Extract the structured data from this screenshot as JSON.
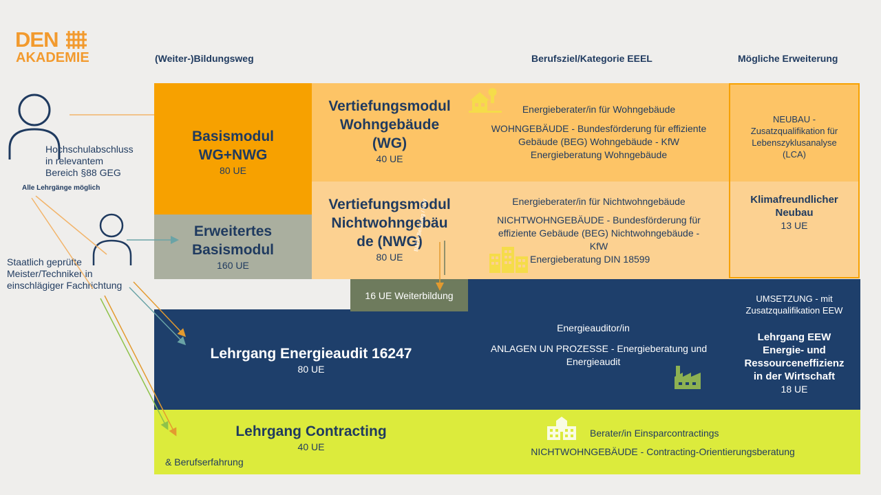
{
  "logo": {
    "line1": "DEN",
    "line2": "AKADEMIE"
  },
  "headers": {
    "bildungsweg": "(Weiter-)Bildungsweg",
    "berufsziel": "Berufsziel/Kategorie EEEL",
    "erweiterung": "Mögliche Erweiterung"
  },
  "persons": {
    "hochschule": [
      "Hochschulabschluss",
      "in relevantem",
      "Bereich §88 GEG"
    ],
    "alle": "Alle Lehrgänge möglich",
    "meister": [
      "Staatlich geprüfte",
      "Meister/Techniker in",
      "einschlägiger Fachrichtung"
    ],
    "berufserfahrung": "& Berufserfahrung"
  },
  "modules": {
    "basis": {
      "title": [
        "Basismodul",
        "WG+NWG"
      ],
      "ue": "80 UE"
    },
    "erweitert": {
      "title": [
        "Erweitertes",
        "Basismodul"
      ],
      "ue": "160 UE"
    },
    "wg": {
      "title": [
        "Vertiefungsmodul",
        "Wohngebäude",
        "(WG)"
      ],
      "ue": "40 UE"
    },
    "nwg": {
      "title": [
        "Vertiefungsmodul",
        "Nichtwohngebäu",
        "de (NWG)"
      ],
      "ue": "80 UE"
    },
    "weiterbildung": "16 UE Weiterbildung",
    "rotated_note": "BAFA-Beratung / KfW",
    "energieaudit": {
      "title": "Lehrgang Energieaudit 16247",
      "ue": "80 UE"
    },
    "contracting": {
      "title": "Lehrgang Contracting",
      "ue": "40 UE"
    }
  },
  "goals": {
    "wg": {
      "heading": "Energieberater/in für Wohngebäude",
      "lines": [
        "WOHNGEBÄUDE - Bundesförderung für effiziente",
        "Gebäude (BEG) Wohngebäude - KfW",
        "Energieberatung Wohngebäude"
      ]
    },
    "nwg": {
      "heading": "Energieberater/in für Nichtwohngebäude",
      "lines": [
        "NICHTWOHNGEBÄUDE - Bundesförderung für",
        "effiziente Gebäude (BEG) Nichtwohngebäude -",
        "KfW"
      ],
      "extra": "Energieberatung DIN 18599"
    },
    "audit": {
      "heading": "Energieauditor/in",
      "lines": [
        "ANLAGEN UN PROZESSE - Energieberatung und",
        "Energieaudit"
      ]
    },
    "contracting": {
      "heading": "Berater/in Einsparcontractings",
      "line": "NICHTWOHNGEBÄUDE - Contracting-Orientierungsberatung"
    }
  },
  "extensions": {
    "neubau": [
      "NEUBAU -",
      "Zusatzqualifikation für",
      "Lebenszyklusanalyse",
      "(LCA)"
    ],
    "klima": {
      "title": [
        "Klimafreundlicher",
        "Neubau"
      ],
      "ue": "13 UE"
    },
    "umsetzung": [
      "UMSETZUNG - mit",
      "Zusatzqualifikation EEW"
    ],
    "eew": {
      "title": [
        "Lehrgang EEW",
        "Energie- und",
        "Ressourceneffizienz",
        "in der Wirtschaft"
      ],
      "ue": "18 UE"
    }
  },
  "colors": {
    "orange": "#f7a100",
    "light_orange": "#fdc466",
    "peach": "#fcd191",
    "grey": "#aaaf9f",
    "navy": "#1e3f6b",
    "lime": "#dceb3c",
    "olive": "#6e7b5d",
    "icon_yellow": "#f5dc4a",
    "icon_green": "#8db152"
  }
}
